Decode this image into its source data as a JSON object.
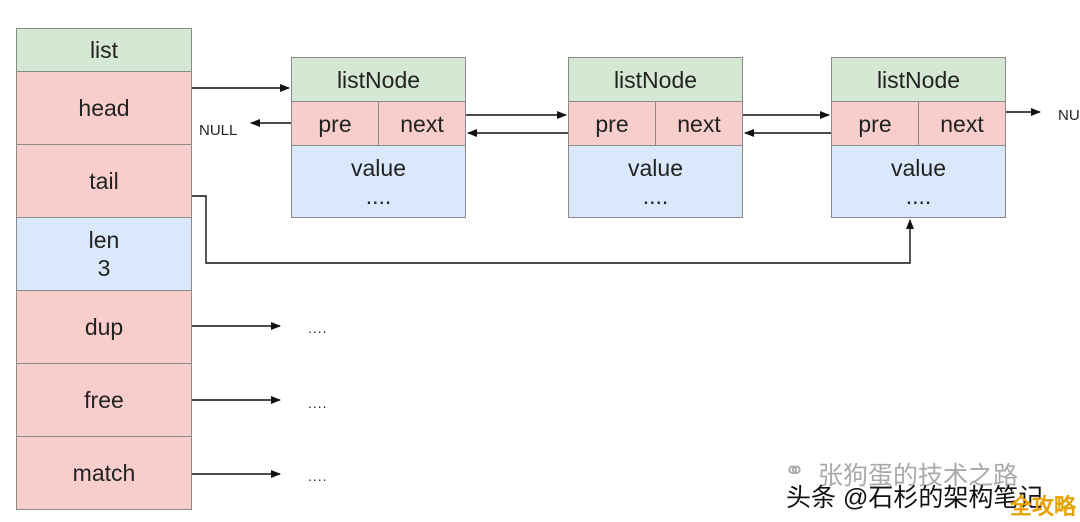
{
  "list": {
    "title": "list",
    "head": "head",
    "tail": "tail",
    "len_label": "len",
    "len_value": "3",
    "dup": "dup",
    "free": "free",
    "match": "match"
  },
  "nodes": [
    {
      "title": "listNode",
      "pre": "pre",
      "next": "next",
      "value": "value",
      "dots": "...."
    },
    {
      "title": "listNode",
      "pre": "pre",
      "next": "next",
      "value": "value",
      "dots": "...."
    },
    {
      "title": "listNode",
      "pre": "pre",
      "next": "next",
      "value": "value",
      "dots": "...."
    }
  ],
  "null_left": "NULL",
  "null_right": "NU",
  "func_dots": "....",
  "watermark": {
    "line1": "张狗蛋的技术之路",
    "line2": "头条 @石杉的架构笔记",
    "badge": "全攻略"
  },
  "colors": {
    "header_green": "#d5e8d4",
    "pointer_red": "#f8cecc",
    "value_blue": "#dae8fc",
    "border": "#8a8a8a",
    "arrow": "#111111"
  }
}
